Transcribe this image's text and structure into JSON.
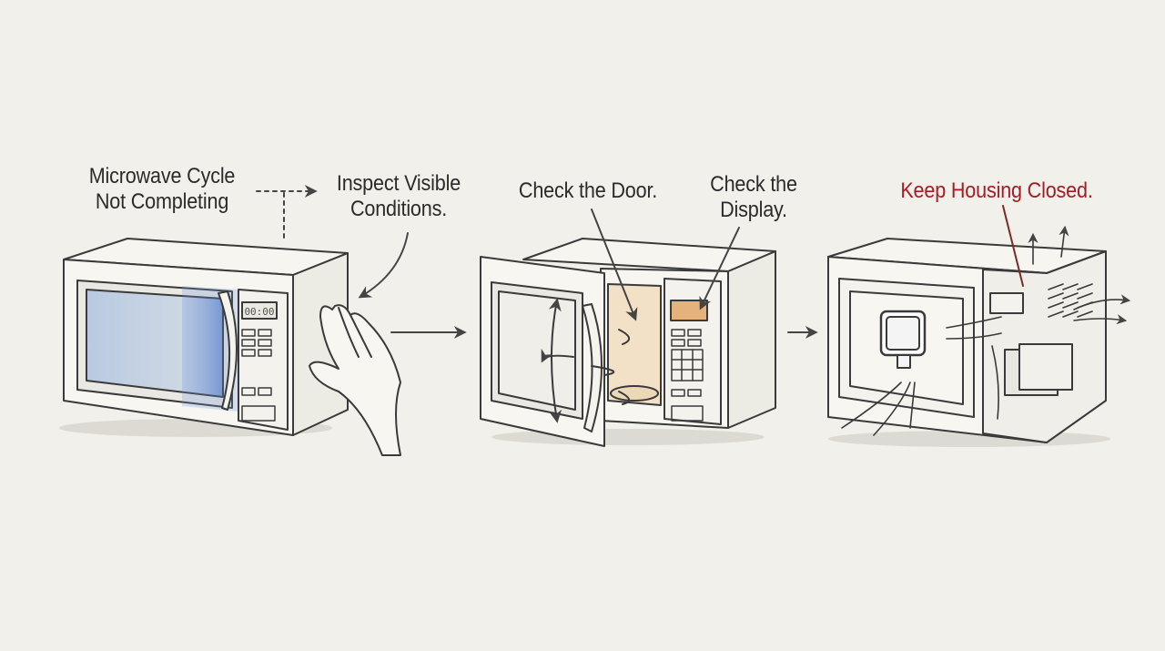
{
  "labels": {
    "symptom": {
      "line1": "Microwave Cycle",
      "line2": "Not Completing"
    },
    "inspect": {
      "line1": "Inspect Visible",
      "line2": "Conditions."
    },
    "door": "Check the Door.",
    "display": {
      "line1": "Check the",
      "line2": "Display."
    },
    "housing": "Keep Housing Closed."
  },
  "panel1": {
    "display_readout": "00:00"
  },
  "colors": {
    "background": "#f1f0ea",
    "ink": "#3a3a3a",
    "warning_text": "#a51d24",
    "window_tint": "#7fa3d6",
    "display_glow": "#e0a766"
  },
  "icons": [
    "microwave-closed-icon",
    "hand-icon",
    "microwave-open-door-icon",
    "microwave-airflow-icon",
    "flow-arrow-icon"
  ]
}
